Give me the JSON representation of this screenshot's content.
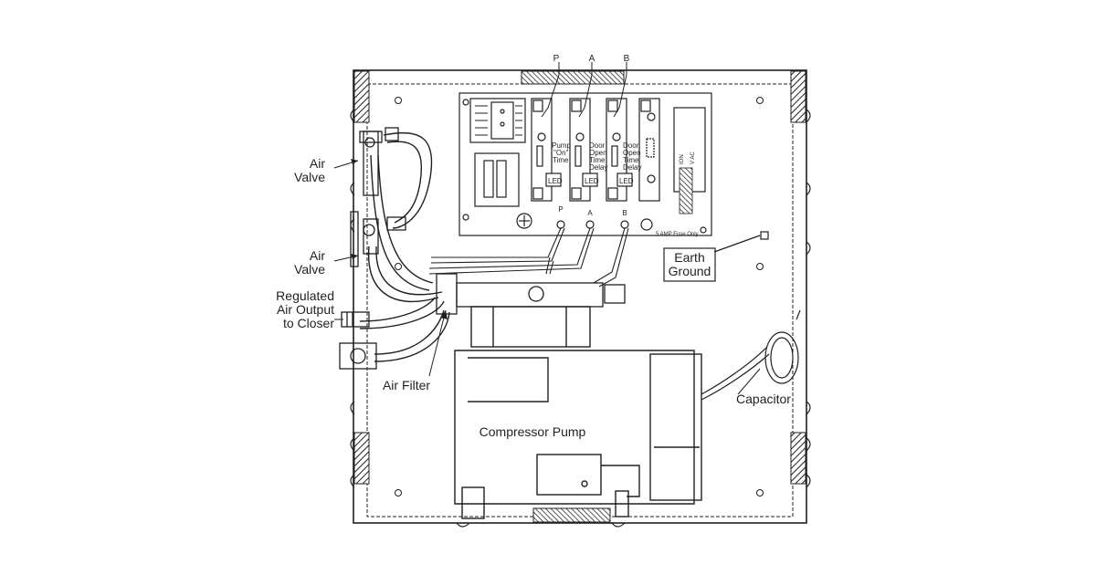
{
  "diagram": {
    "labels": {
      "air_valve_top_1": "Air",
      "air_valve_top_2": "Valve",
      "air_valve_bottom_1": "Air",
      "air_valve_bottom_2": "Valve",
      "regulated_1": "Regulated",
      "regulated_2": "Air Output",
      "regulated_3": "to Closer",
      "air_filter": "Air Filter",
      "compressor_pump": "Compressor Pump",
      "capacitor": "Capacitor",
      "earth_ground_1": "Earth",
      "earth_ground_2": "Ground",
      "callout_p": "P",
      "callout_a": "A",
      "callout_b": "B",
      "board_p": "P",
      "board_a": "A",
      "board_b": "B",
      "pump_on_time_1": "Pump",
      "pump_on_time_2": "\"On\"",
      "pump_on_time_3": "Time",
      "door_open_a_1": "Door",
      "door_open_a_2": "Open",
      "door_open_a_3": "Time",
      "door_open_a_4": "Delay",
      "door_open_b_1": "Door",
      "door_open_b_2": "Open",
      "door_open_b_3": "Time",
      "door_open_b_4": "Delay",
      "led_1": "LED",
      "led_2": "LED",
      "led_3": "LED",
      "fuse_note": "5 AMP Fuse Only",
      "voltage_1": "ION",
      "voltage_2": "V AC"
    }
  }
}
